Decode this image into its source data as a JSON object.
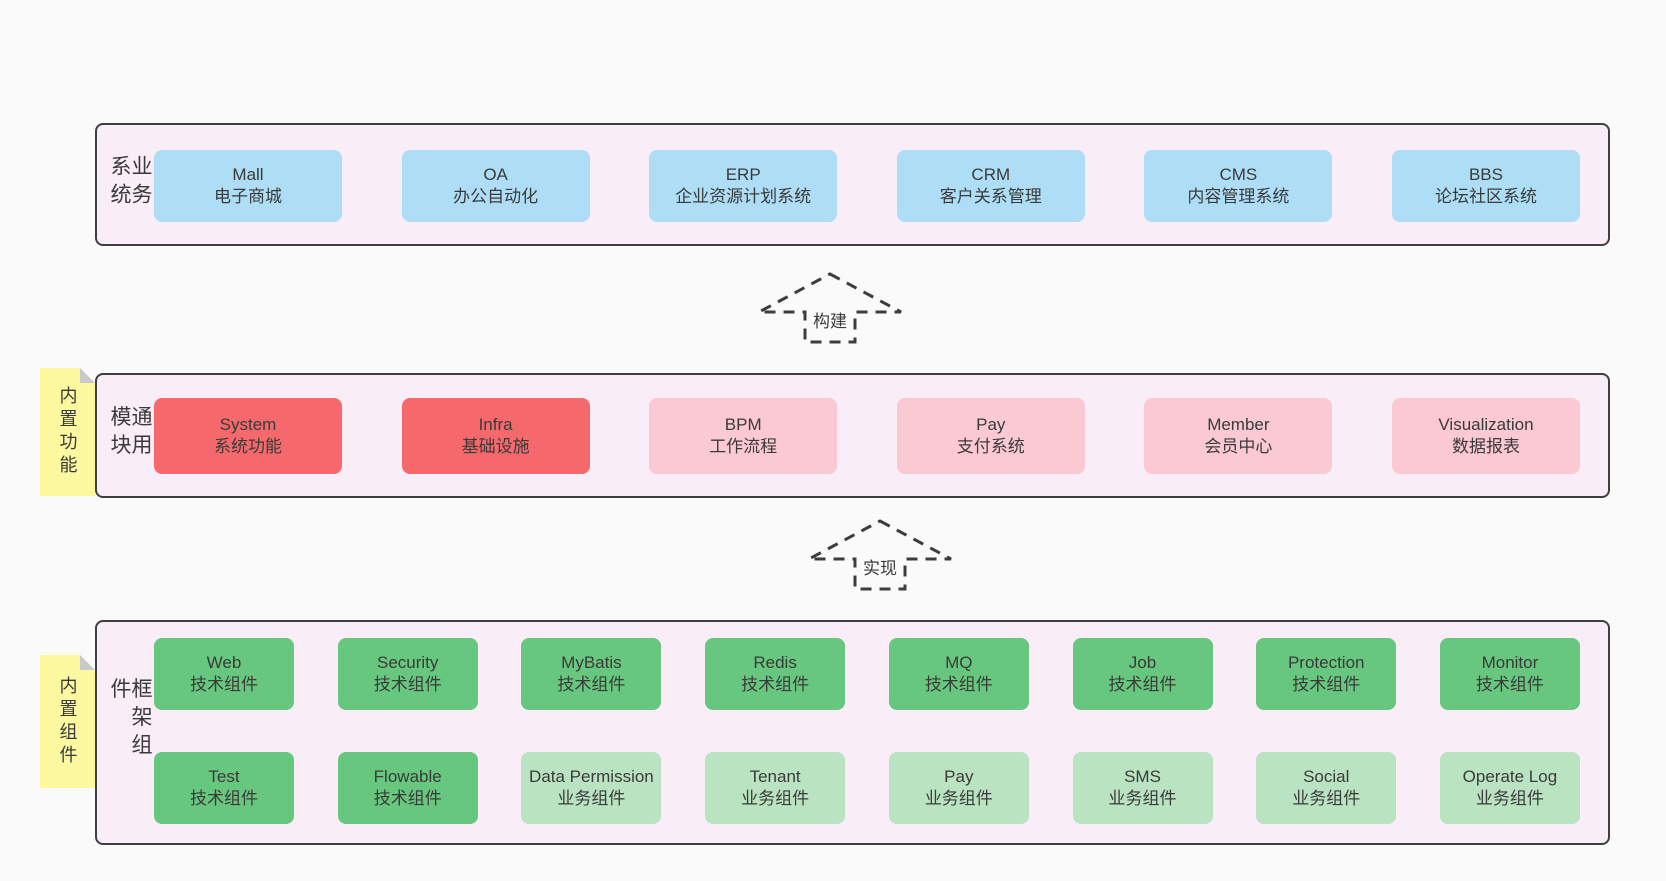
{
  "colors": {
    "page_bg": "#fafafa",
    "layer_bg": "#f9eef7",
    "layer_border": "#3f3f3f",
    "box_blue": "#aeddf6",
    "box_red": "#f5696c",
    "box_pink": "#fbc9d3",
    "box_green": "#68c77e",
    "box_light_green": "#bae4c1",
    "sticky_bg": "#fbf8a0",
    "sticky_fold": "#c9c9c9",
    "text": "#3a3a3a",
    "arrow_stroke": "#3d3d3d"
  },
  "layers": [
    {
      "label": "业务系统",
      "boxes": [
        {
          "title": "Mall",
          "subtitle": "电子商城",
          "type": "blue"
        },
        {
          "title": "OA",
          "subtitle": "办公自动化",
          "type": "blue"
        },
        {
          "title": "ERP",
          "subtitle": "企业资源计划系统",
          "type": "blue"
        },
        {
          "title": "CRM",
          "subtitle": "客户关系管理",
          "type": "blue"
        },
        {
          "title": "CMS",
          "subtitle": "内容管理系统",
          "type": "blue"
        },
        {
          "title": "BBS",
          "subtitle": "论坛社区系统",
          "type": "blue"
        }
      ]
    },
    {
      "label": "通用模块",
      "sticky_note": "内置功能",
      "boxes": [
        {
          "title": "System",
          "subtitle": "系统功能",
          "type": "red"
        },
        {
          "title": "Infra",
          "subtitle": "基础设施",
          "type": "red"
        },
        {
          "title": "BPM",
          "subtitle": "工作流程",
          "type": "pink"
        },
        {
          "title": "Pay",
          "subtitle": "支付系统",
          "type": "pink"
        },
        {
          "title": "Member",
          "subtitle": "会员中心",
          "type": "pink"
        },
        {
          "title": "Visualization",
          "subtitle": "数据报表",
          "type": "pink"
        }
      ]
    },
    {
      "label": "框架组件",
      "sticky_note": "内置组件",
      "boxes": [
        {
          "title": "Web",
          "subtitle": "技术组件",
          "type": "green"
        },
        {
          "title": "Security",
          "subtitle": "技术组件",
          "type": "green"
        },
        {
          "title": "MyBatis",
          "subtitle": "技术组件",
          "type": "green"
        },
        {
          "title": "Redis",
          "subtitle": "技术组件",
          "type": "green"
        },
        {
          "title": "MQ",
          "subtitle": "技术组件",
          "type": "green"
        },
        {
          "title": "Job",
          "subtitle": "技术组件",
          "type": "green"
        },
        {
          "title": "Protection",
          "subtitle": "技术组件",
          "type": "green"
        },
        {
          "title": "Monitor",
          "subtitle": "技术组件",
          "type": "green"
        },
        {
          "title": "Test",
          "subtitle": "技术组件",
          "type": "green"
        },
        {
          "title": "Flowable",
          "subtitle": "技术组件",
          "type": "green"
        },
        {
          "title": "Data Permission",
          "subtitle": "业务组件",
          "type": "light-green"
        },
        {
          "title": "Tenant",
          "subtitle": "业务组件",
          "type": "light-green"
        },
        {
          "title": "Pay",
          "subtitle": "业务组件",
          "type": "light-green"
        },
        {
          "title": "SMS",
          "subtitle": "业务组件",
          "type": "light-green"
        },
        {
          "title": "Social",
          "subtitle": "业务组件",
          "type": "light-green"
        },
        {
          "title": "Operate Log",
          "subtitle": "业务组件",
          "type": "light-green"
        }
      ]
    }
  ],
  "arrows": [
    {
      "label": "构建"
    },
    {
      "label": "实现"
    }
  ]
}
